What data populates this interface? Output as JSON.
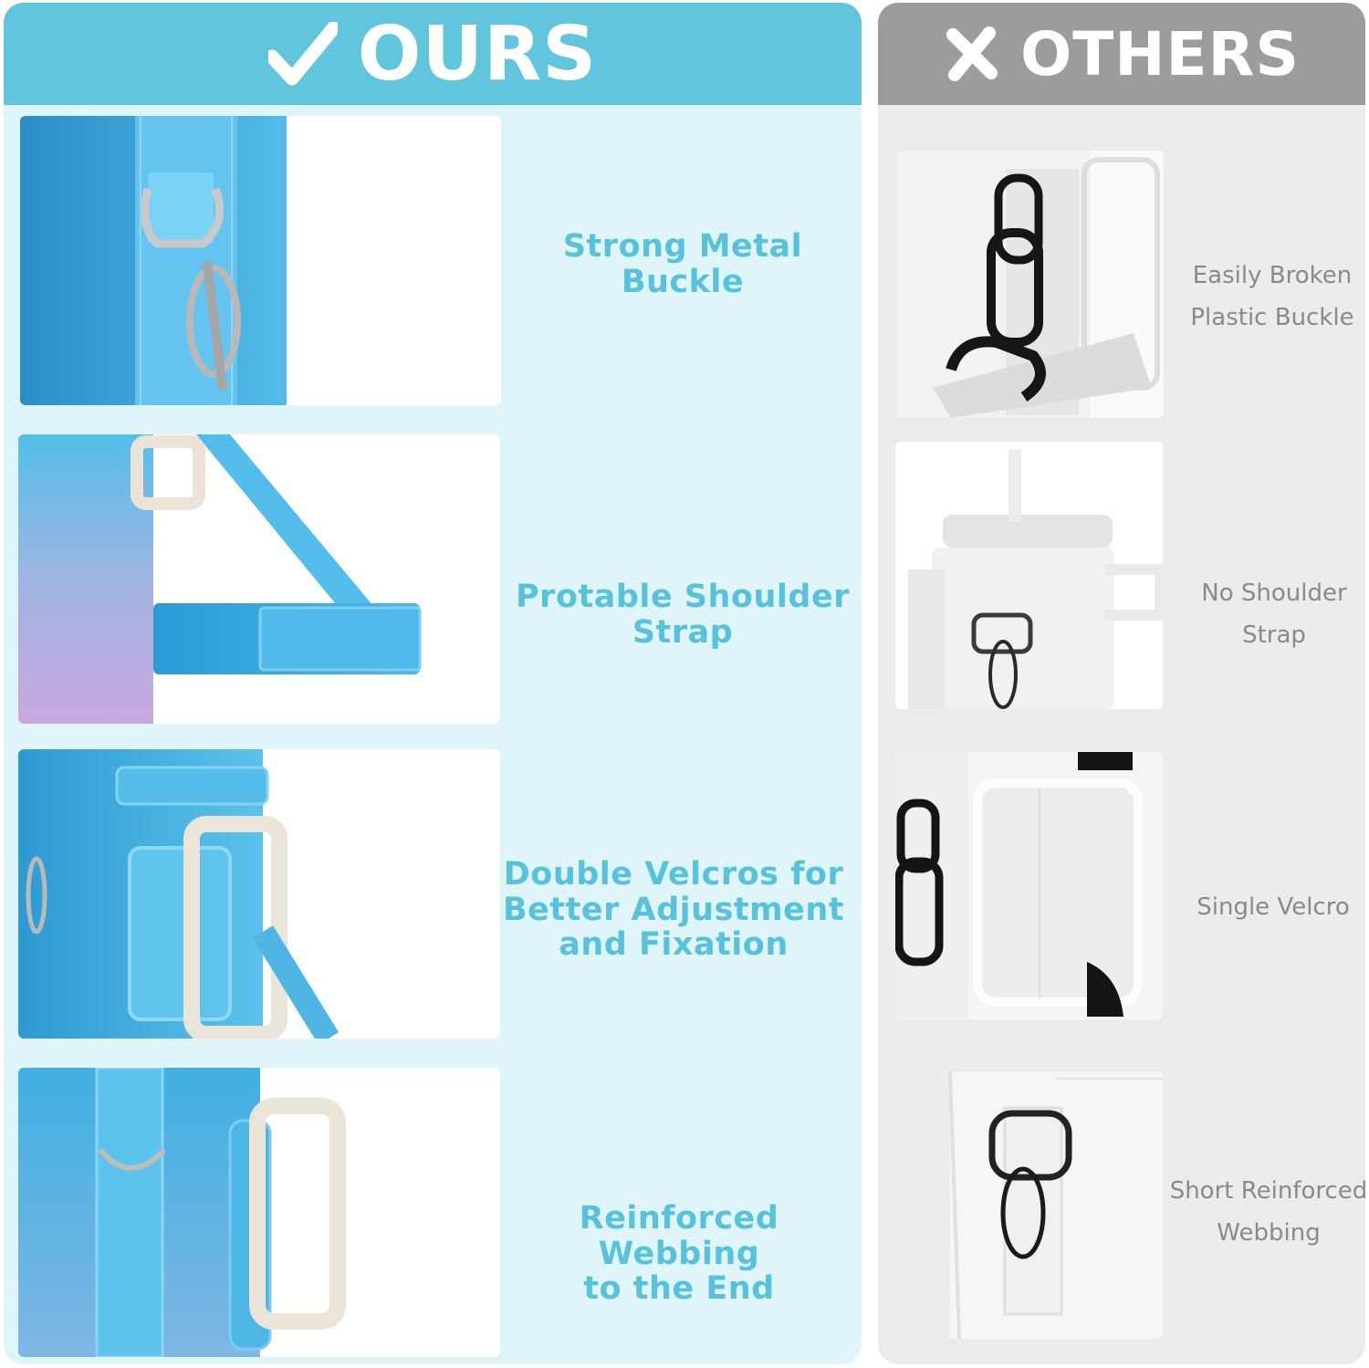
{
  "colors": {
    "ours_accent": "#62c5de",
    "ours_background": "#dff5fa",
    "ours_text": "#57c2db",
    "others_accent": "#9c9c9c",
    "others_background": "#ececec",
    "others_text": "#8a8a8a"
  },
  "ours": {
    "icon": "check-icon",
    "title": "OURS",
    "features": [
      {
        "line1": "Strong Metal Buckle"
      },
      {
        "line1": "Protable Shoulder",
        "line2": "Strap"
      },
      {
        "line1": "Double Velcros for",
        "line2": "Better Adjustment",
        "line3": "and Fixation"
      },
      {
        "line1": "Reinforced Webbing",
        "line2": "to the End"
      }
    ]
  },
  "others": {
    "icon": "cross-icon",
    "title": "OTHERS",
    "features": [
      {
        "line1": "Easily Broken",
        "line2": "Plastic Buckle"
      },
      {
        "line1": "No Shoulder",
        "line2": "Strap"
      },
      {
        "line1": "Single Velcro"
      },
      {
        "line1": "Short Reinforced",
        "line2": "Webbing"
      }
    ]
  }
}
